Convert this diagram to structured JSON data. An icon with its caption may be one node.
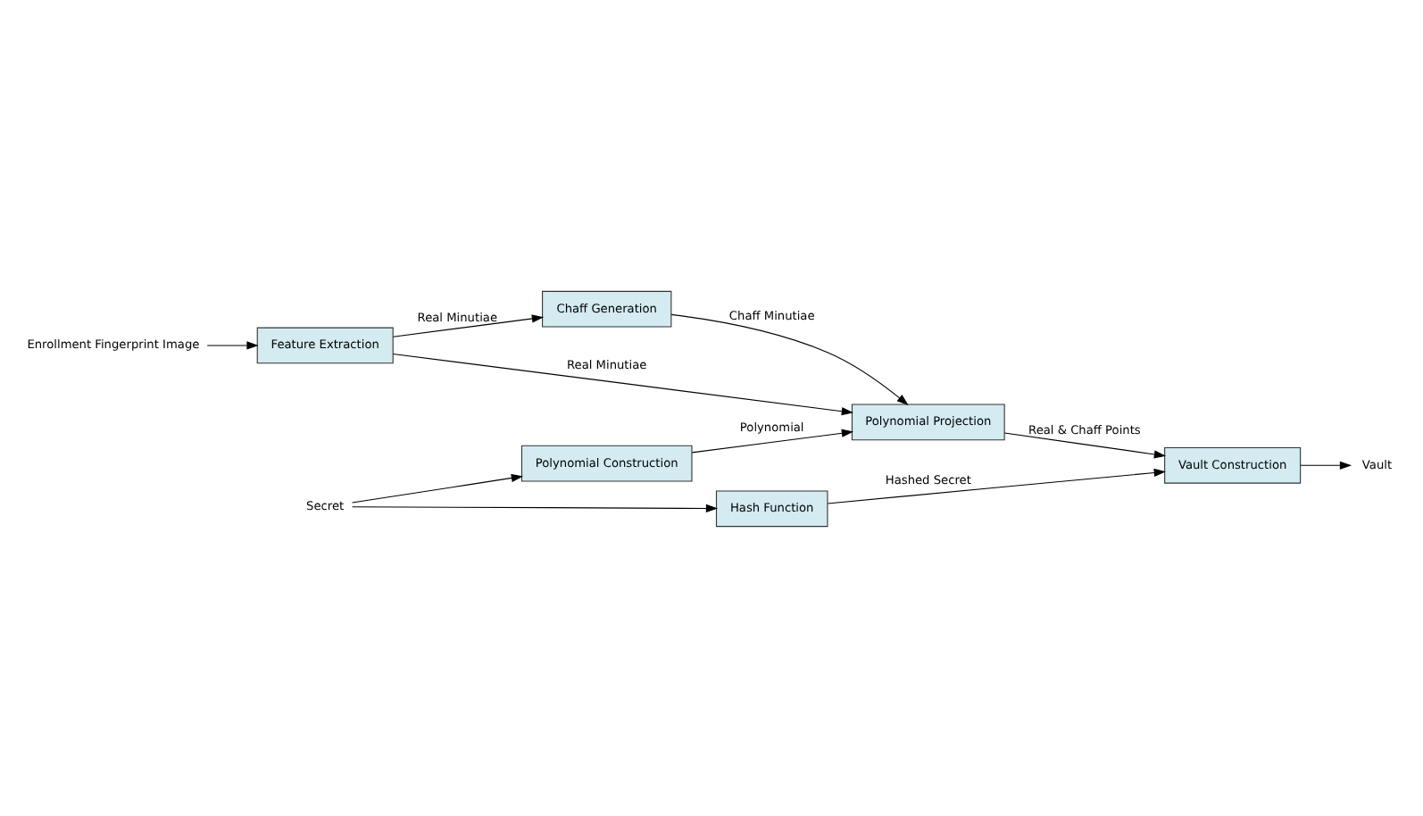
{
  "diagram": {
    "nodes": [
      {
        "text": [
          "Enrollment Fingerprint Image"
        ]
      },
      {
        "text": [
          "Chaff Generation"
        ]
      },
      {
        "text": [
          "Feature Extraction"
        ]
      },
      {
        "text": [
          "Polynomial Projection"
        ]
      },
      {
        "text": [
          "Vault Construction"
        ]
      },
      {
        "text": [
          "Vault"
        ]
      },
      {
        "text": [
          "Secret"
        ]
      },
      {
        "text": [
          "Polynomial Construction"
        ]
      },
      {
        "text": [
          "Hash Function"
        ]
      }
    ],
    "edges": [
      {
        "from": 0,
        "to": 2,
        "arrow": "to"
      },
      {
        "from": 2,
        "to": 1,
        "arrow": "to",
        "label": "Real Minutiae"
      },
      {
        "from": 1,
        "to": 3,
        "arrow": "to",
        "label": "Chaff Minutiae"
      },
      {
        "from": 2,
        "to": 3,
        "arrow": "to",
        "label": "Real Minutiae"
      },
      {
        "from": 3,
        "to": 4,
        "arrow": "to",
        "label": "Real & Chaff Points"
      },
      {
        "from": 4,
        "to": 5,
        "arrow": "to"
      },
      {
        "from": 6,
        "to": 7,
        "arrow": "to"
      },
      {
        "from": 7,
        "to": 3,
        "arrow": "to",
        "label": "Polynomial"
      },
      {
        "from": 6,
        "to": 8,
        "arrow": "to"
      },
      {
        "from": 8,
        "to": 4,
        "arrow": "to",
        "label": "Hashed Secret"
      }
    ]
  }
}
